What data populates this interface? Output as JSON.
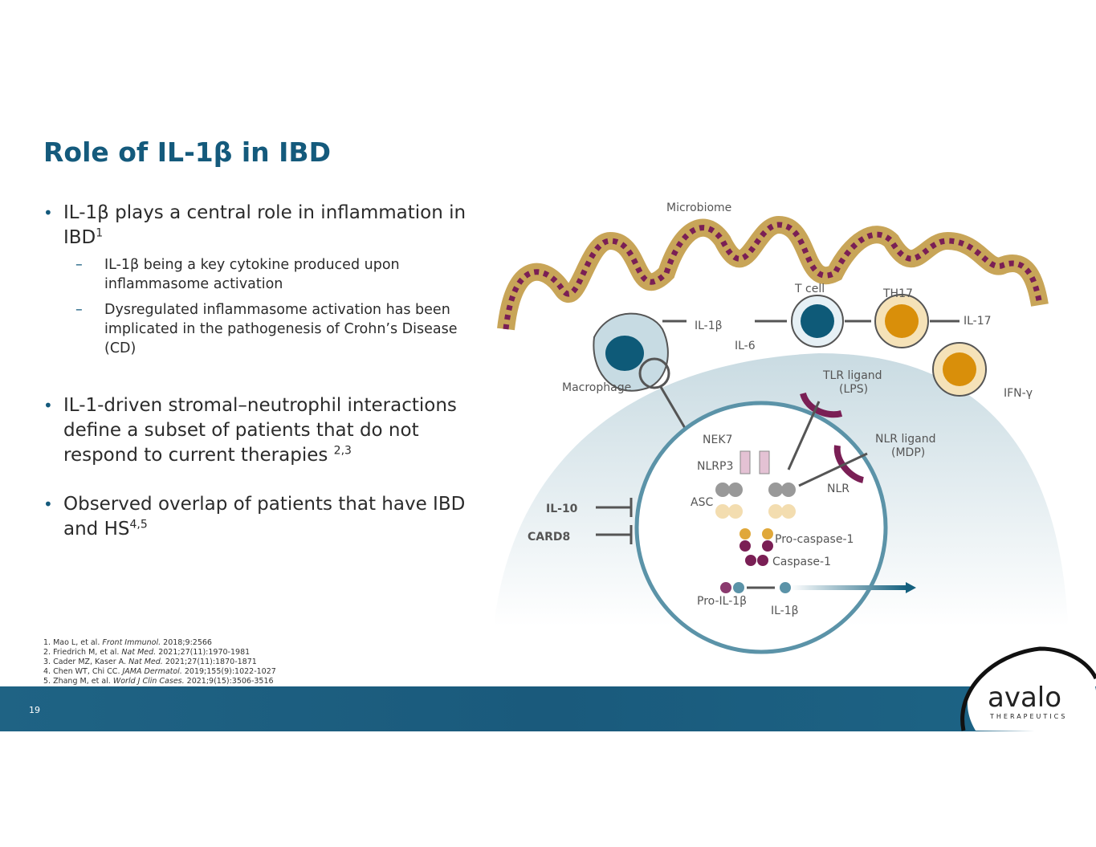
{
  "title": "Role of IL-1β in IBD",
  "bullets": [
    {
      "text": "IL-1β plays a central role in inflammation in IBD",
      "sup": "1",
      "sub": [
        "IL-1β being a key cytokine produced upon inflammasome activation",
        "Dysregulated inflammasome activation has been implicated in the pathogenesis of Crohn’s Disease (CD)"
      ]
    },
    {
      "text": "IL-1-driven stromal–neutrophil interactions define a subset of patients that do not respond to current therapies ",
      "sup": "2,3"
    },
    {
      "text": "Observed overlap of patients that have IBD and HS",
      "sup": "4,5"
    }
  ],
  "references": [
    {
      "pre": "1. Mao L, et al. ",
      "journal": "Front Immunol.",
      "post": " 2018;9:2566"
    },
    {
      "pre": "2. Friedrich M, et al. ",
      "journal": "Nat Med.",
      "post": " 2021;27(11):1970-1981"
    },
    {
      "pre": "3. Cader MZ, Kaser A. ",
      "journal": "Nat Med.",
      "post": " 2021;27(11):1870-1871"
    },
    {
      "pre": "4. Chen WT, Chi CC. ",
      "journal": "JAMA Dermatol.",
      "post": " 2019;155(9):1022-1027"
    },
    {
      "pre": "5. Zhang M, et al. ",
      "journal": "World J Clin Cases.",
      "post": " 2021;9(15):3506-3516"
    }
  ],
  "page_number": "19",
  "diagram": {
    "microbiome": "Microbiome",
    "macrophage": "Macrophage",
    "il1b": "IL-1β",
    "tcell": "T cell",
    "th17": "TH17",
    "il6": "IL-6",
    "il17": "IL-17",
    "ifng": "IFN-γ",
    "tlr": "TLR ligand",
    "lps": "(LPS)",
    "nlr_ligand": "NLR ligand",
    "mdp": "(MDP)",
    "nek7": "NEK7",
    "nlrp3": "NLRP3",
    "asc": "ASC",
    "nlr": "NLR",
    "il10": "IL-10",
    "card8": "CARD8",
    "procasp": "Pro-caspase-1",
    "casp": "Caspase-1",
    "proil1b": "Pro-IL-1β",
    "il1b_out": "IL-1β"
  },
  "logo": {
    "name": "avalo",
    "sub": "THERAPEUTICS"
  }
}
